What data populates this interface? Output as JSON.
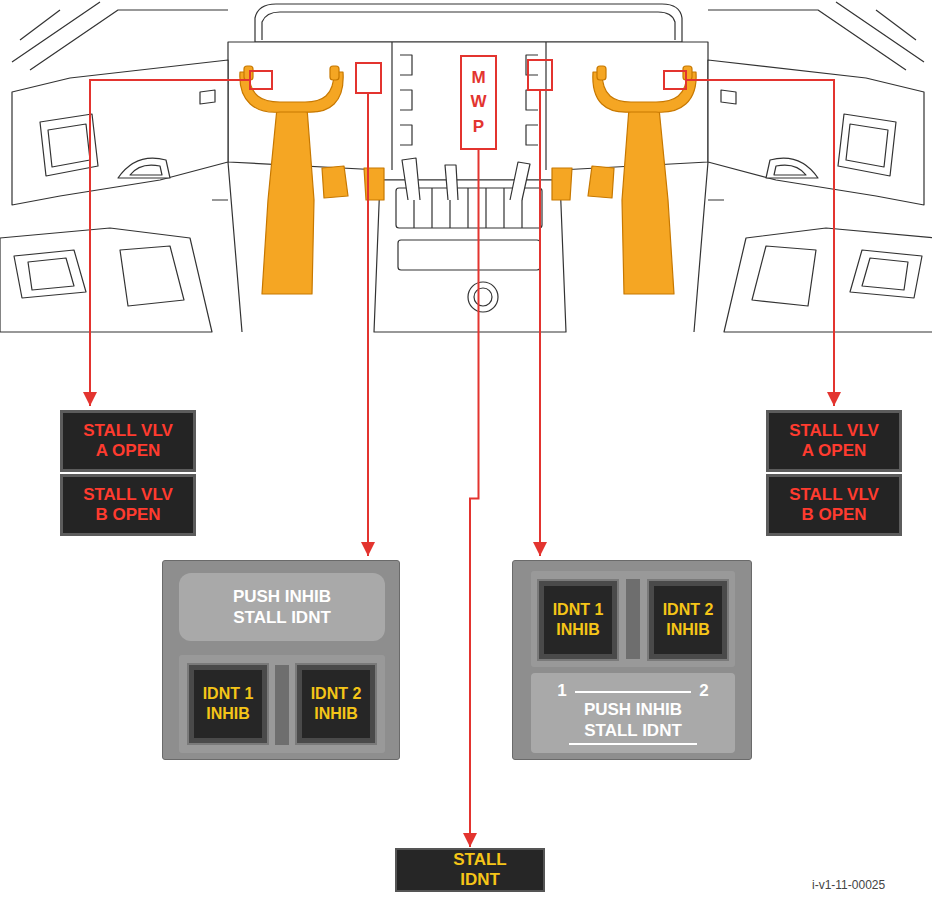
{
  "diagram": {
    "nodes": [
      {
        "text": [
          "M W P"
        ]
      },
      {
        "text": [
          "STALL VLV A OPEN"
        ]
      },
      {
        "text": [
          "STALL VLV B OPEN"
        ]
      },
      {
        "text": [
          "STALL VLV A OPEN"
        ]
      },
      {
        "text": [
          "STALL VLV B OPEN"
        ]
      },
      {
        "text": [
          "PUSH INHIB STALL IDNT"
        ]
      },
      {
        "text": [
          "IDNT 1 INHIB"
        ],
        "in": 5
      },
      {
        "text": [
          "IDNT 2 INHIB"
        ],
        "in": 5
      },
      {
        "text": [
          "1",
          "2",
          "PUSH INHIB STALL IDNT"
        ]
      },
      {
        "text": [
          "IDNT 1 INHIB"
        ],
        "in": 8
      },
      {
        "text": [
          "IDNT 2 INHIB"
        ],
        "in": 8
      },
      {
        "text": [
          "STALL IDNT"
        ]
      }
    ],
    "edges": [
      {
        "from": 0,
        "to": 11,
        "arrow": "to"
      }
    ],
    "labels": [
      "i-v1-11-00025"
    ]
  }
}
